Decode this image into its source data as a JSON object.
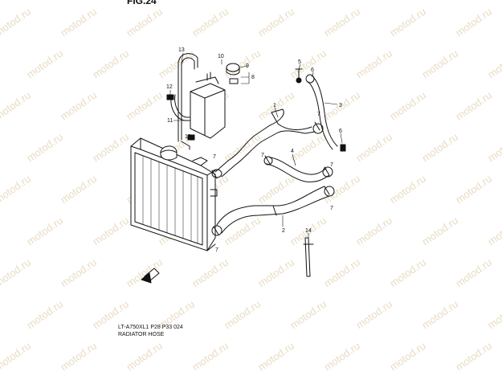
{
  "figure": {
    "title": "FIG.24",
    "caption_line1": "LT-A750XL1 P28 P33 024",
    "caption_line2": "RADIATOR HOSE"
  },
  "watermark": {
    "text": "motod.ru",
    "color": "#e9dcc4"
  },
  "callouts": {
    "c1": "1",
    "c2": "2",
    "c3": "3",
    "c4": "4",
    "c5": "5",
    "c6a": "6",
    "c6b": "6",
    "c7a": "7",
    "c7b": "7",
    "c7c": "7",
    "c7d": "7",
    "c7e": "7",
    "c7f": "7",
    "c8": "8",
    "c9": "9",
    "c10": "10",
    "c11": "11",
    "c12a": "12",
    "c12b": "12",
    "c13": "13",
    "c14": "14"
  }
}
